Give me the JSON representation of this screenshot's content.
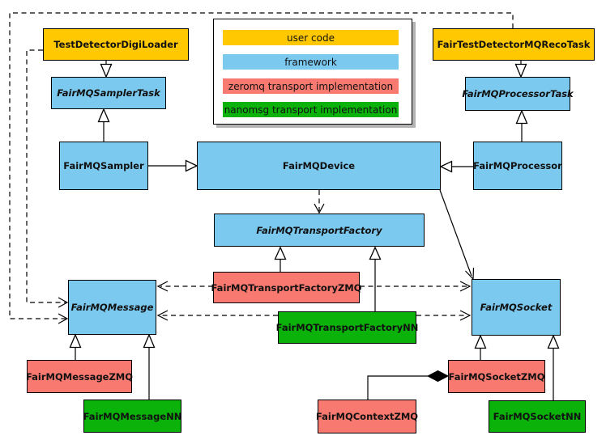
{
  "colors": {
    "user_code": "#FFC800",
    "framework": "#7CC9F0",
    "zeromq": "#F8796F",
    "nanomsg": "#0AB20A",
    "border": "#000000",
    "background": "#FFFFFF",
    "legend_shadow": "#B3B3B3"
  },
  "legend": {
    "items": [
      {
        "label": "user code",
        "colorkey": "user_code"
      },
      {
        "label": "framework",
        "colorkey": "framework"
      },
      {
        "label": "zeromq transport implementation",
        "colorkey": "zeromq"
      },
      {
        "label": "nanomsg transport implementation",
        "colorkey": "nanomsg"
      }
    ]
  },
  "nodes": [
    {
      "label": "TestDetectorDigiLoader",
      "category": "user_code",
      "abstract": false
    },
    {
      "label": "FairTestDetectorMQRecoTask",
      "category": "user_code",
      "abstract": false
    },
    {
      "label": "FairMQSamplerTask",
      "category": "framework",
      "abstract": true
    },
    {
      "label": "FairMQProcessorTask",
      "category": "framework",
      "abstract": true
    },
    {
      "label": "FairMQSampler",
      "category": "framework",
      "abstract": false
    },
    {
      "label": "FairMQDevice",
      "category": "framework",
      "abstract": false
    },
    {
      "label": "FairMQProcessor",
      "category": "framework",
      "abstract": false
    },
    {
      "label": "FairMQTransportFactory",
      "category": "framework",
      "abstract": true
    },
    {
      "label": "FairMQTransportFactoryZMQ",
      "category": "zeromq",
      "abstract": false
    },
    {
      "label": "FairMQTransportFactoryNN",
      "category": "nanomsg",
      "abstract": false
    },
    {
      "label": "FairMQMessage",
      "category": "framework",
      "abstract": true
    },
    {
      "label": "FairMQSocket",
      "category": "framework",
      "abstract": true
    },
    {
      "label": "FairMQMessageZMQ",
      "category": "zeromq",
      "abstract": false
    },
    {
      "label": "FairMQMessageNN",
      "category": "nanomsg",
      "abstract": false
    },
    {
      "label": "FairMQSocketZMQ",
      "category": "zeromq",
      "abstract": false
    },
    {
      "label": "FairMQSocketNN",
      "category": "nanomsg",
      "abstract": false
    },
    {
      "label": "FairMQContextZMQ",
      "category": "zeromq",
      "abstract": false
    }
  ],
  "edges": [
    {
      "from": "TestDetectorDigiLoader",
      "to": "FairMQSamplerTask",
      "type": "inheritance"
    },
    {
      "from": "FairTestDetectorMQRecoTask",
      "to": "FairMQProcessorTask",
      "type": "inheritance"
    },
    {
      "from": "FairMQSampler",
      "to": "FairMQSamplerTask",
      "type": "inheritance"
    },
    {
      "from": "FairMQProcessor",
      "to": "FairMQProcessorTask",
      "type": "inheritance"
    },
    {
      "from": "FairMQSampler",
      "to": "FairMQDevice",
      "type": "inheritance"
    },
    {
      "from": "FairMQProcessor",
      "to": "FairMQDevice",
      "type": "inheritance"
    },
    {
      "from": "FairMQTransportFactoryZMQ",
      "to": "FairMQTransportFactory",
      "type": "inheritance"
    },
    {
      "from": "FairMQTransportFactoryNN",
      "to": "FairMQTransportFactory",
      "type": "inheritance"
    },
    {
      "from": "FairMQMessageZMQ",
      "to": "FairMQMessage",
      "type": "inheritance"
    },
    {
      "from": "FairMQMessageNN",
      "to": "FairMQMessage",
      "type": "inheritance"
    },
    {
      "from": "FairMQSocketZMQ",
      "to": "FairMQSocket",
      "type": "inheritance"
    },
    {
      "from": "FairMQSocketNN",
      "to": "FairMQSocket",
      "type": "inheritance"
    },
    {
      "from": "FairTestDetectorMQRecoTask",
      "to": "FairMQMessage",
      "type": "dependency"
    },
    {
      "from": "TestDetectorDigiLoader",
      "to": "FairMQMessage",
      "type": "dependency"
    },
    {
      "from": "FairMQDevice",
      "to": "FairMQTransportFactory",
      "type": "dependency"
    },
    {
      "from": "FairMQDevice",
      "to": "FairMQSocket",
      "type": "dependency"
    },
    {
      "from": "FairMQTransportFactoryZMQ",
      "to": "FairMQMessage",
      "type": "dependency"
    },
    {
      "from": "FairMQTransportFactoryZMQ",
      "to": "FairMQSocket",
      "type": "dependency"
    },
    {
      "from": "FairMQTransportFactoryNN",
      "to": "FairMQMessage",
      "type": "dependency"
    },
    {
      "from": "FairMQTransportFactoryNN",
      "to": "FairMQSocket",
      "type": "dependency"
    },
    {
      "from": "FairMQContextZMQ",
      "to": "FairMQSocketZMQ",
      "type": "composition"
    }
  ]
}
